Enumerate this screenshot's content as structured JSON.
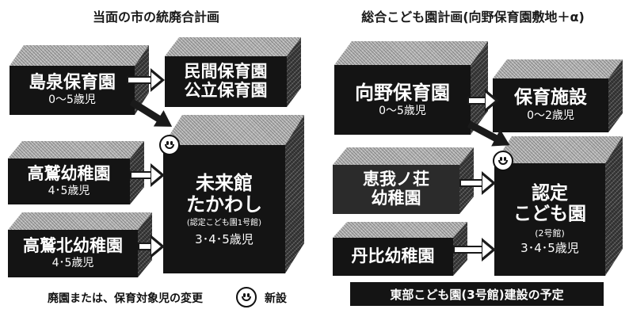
{
  "left": {
    "title": "当面の市の統廃合計画",
    "shimaizumi": {
      "name": "島泉保育園",
      "ages": "0〜5歳児"
    },
    "minkan": {
      "line1": "民間保育園",
      "line2": "公立保育園"
    },
    "takawashi_youchien": {
      "name": "高鷲幼稚園",
      "ages": "4･5歳児"
    },
    "takawashi_kita": {
      "name": "高鷲北幼稚園",
      "ages": "4･5歳児"
    },
    "mirai": {
      "line1": "未来館",
      "line2": "たかわし",
      "note": "(認定こども園1号館)",
      "ages": "3･4･5歳児"
    }
  },
  "right": {
    "title": "総合こども園計画(向野保育園敷地＋α)",
    "mukaino": {
      "name": "向野保育園",
      "ages": "0〜5歳児"
    },
    "hoiku_shisetsu": {
      "name": "保育施設",
      "ages": "0〜2歳児"
    },
    "egano": {
      "line1": "恵我ノ荘",
      "line2": "幼稚園"
    },
    "tanhi": {
      "name": "丹比幼稚園"
    },
    "nintei": {
      "line1": "認定",
      "line2": "こども園",
      "note": "(2号館)",
      "ages": "3･4･5歳児"
    }
  },
  "legend": {
    "closure_text": "廃園または、保育対象児の変更",
    "new_text": "新設",
    "east_banner": "東部こども園(3号館)建設の予定"
  }
}
